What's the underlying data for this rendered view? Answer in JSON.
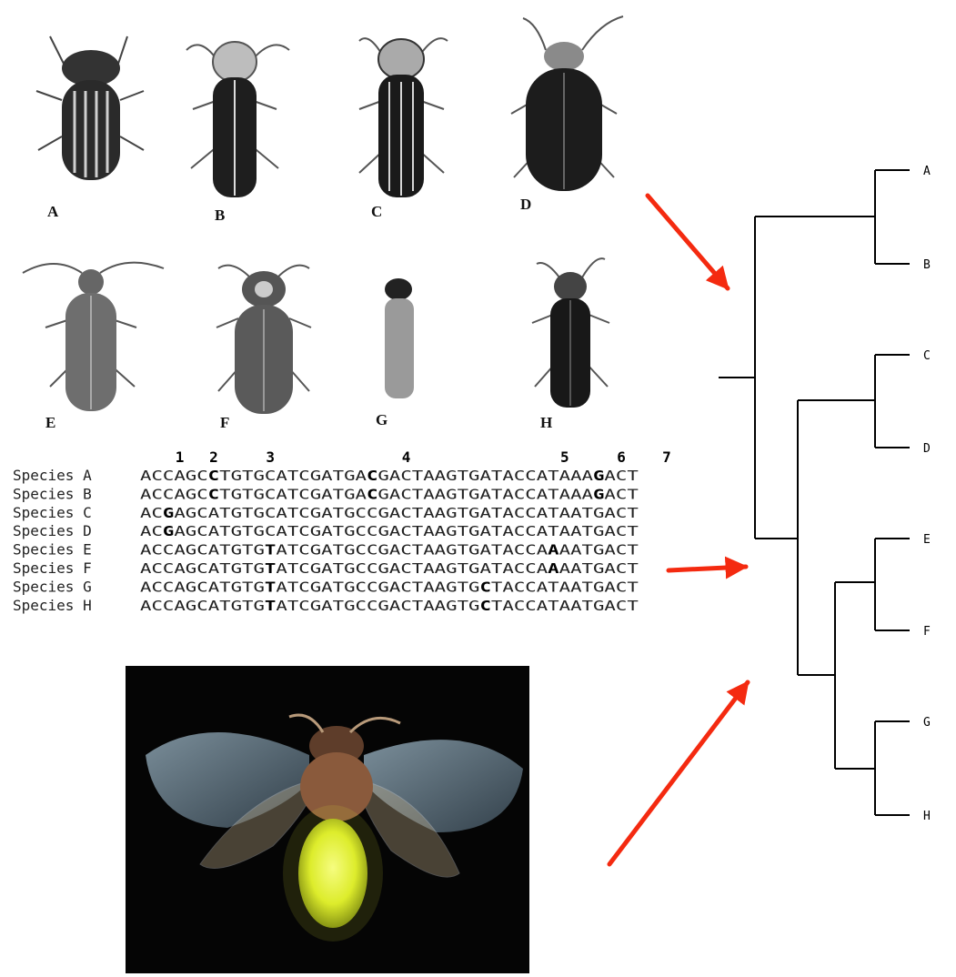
{
  "beetles": [
    {
      "label": "A"
    },
    {
      "label": "B"
    },
    {
      "label": "C"
    },
    {
      "label": "D"
    },
    {
      "label": "E"
    },
    {
      "label": "F"
    },
    {
      "label": "G"
    },
    {
      "label": "H"
    }
  ],
  "alignment": {
    "site_numbers": [
      "1",
      "2",
      "3",
      "4",
      "5",
      "6",
      "7"
    ],
    "site_offsets": [
      3,
      6,
      11,
      23,
      37,
      42,
      46
    ],
    "rows": [
      {
        "species": "Species A",
        "sequence": "ACCAGCCTGTGCATCGATGACGACTAAGTGATACCATAAAGACT",
        "bold": [
          6,
          20,
          40
        ]
      },
      {
        "species": "Species B",
        "sequence": "ACCAGCCTGTGCATCGATGACGACTAAGTGATACCATAAAGACT",
        "bold": [
          6,
          20,
          40
        ]
      },
      {
        "species": "Species C",
        "sequence": "ACGAGCATGTGCATCGATGCCGACTAAGTGATACCATAATGACT",
        "bold": [
          2
        ]
      },
      {
        "species": "Species D",
        "sequence": "ACGAGCATGTGCATCGATGCCGACTAAGTGATACCATAATGACT",
        "bold": [
          2
        ]
      },
      {
        "species": "Species E",
        "sequence": "ACCAGCATGTGTATCGATGCCGACTAAGTGATACCAAAATGACT",
        "bold": [
          11,
          36
        ]
      },
      {
        "species": "Species F",
        "sequence": "ACCAGCATGTGTATCGATGCCGACTAAGTGATACCAAAATGACT",
        "bold": [
          11,
          36
        ]
      },
      {
        "species": "Species G",
        "sequence": "ACCAGCATGTGTATCGATGCCGACTAAGTGCTACCATAATGACT",
        "bold": [
          11,
          30
        ]
      },
      {
        "species": "Species H",
        "sequence": "ACCAGCATGTGTATCGATGCCGACTAAGTGCTACCATAATGACT",
        "bold": [
          11,
          30
        ]
      }
    ]
  },
  "tree": {
    "leaves": [
      "A",
      "B",
      "C",
      "D",
      "E",
      "F",
      "G",
      "H"
    ]
  },
  "colors": {
    "arrow": "#f42a10",
    "glow": "#e6f23a",
    "photo_bg": "#050505"
  }
}
